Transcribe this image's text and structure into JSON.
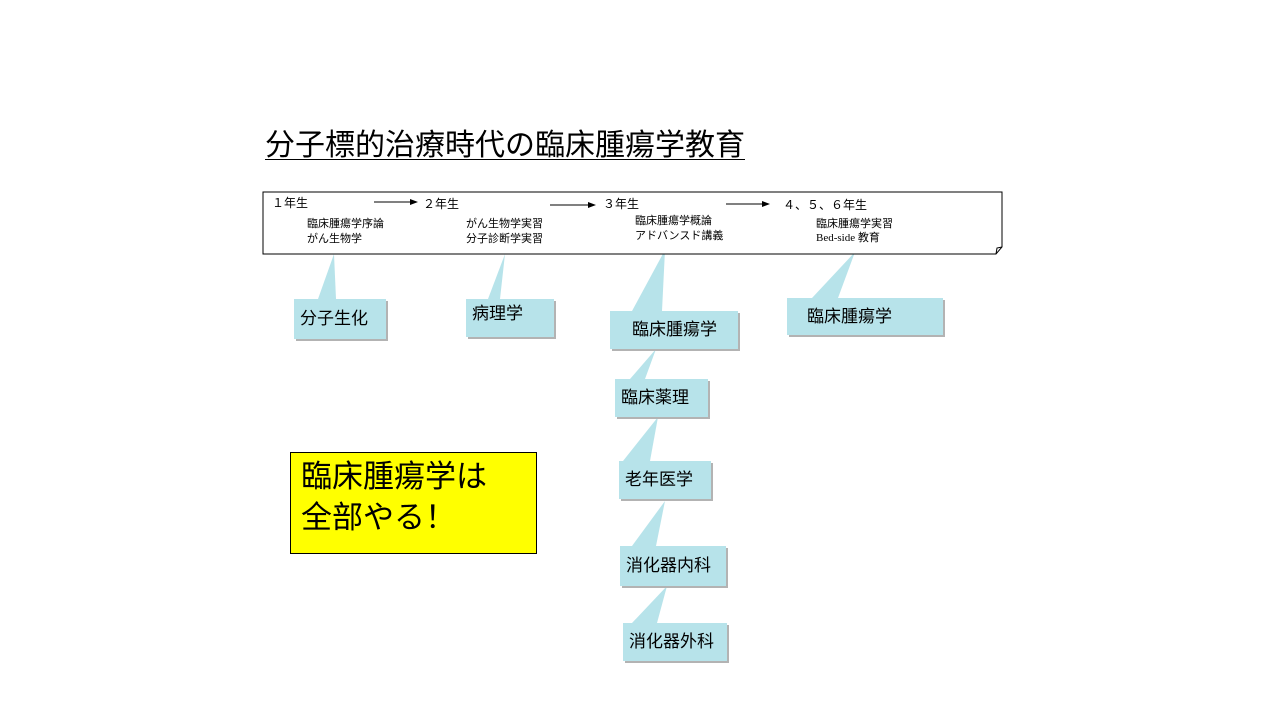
{
  "title": "分子標的治療時代の臨床腫瘍学教育",
  "years": [
    {
      "label": "１年生",
      "items": [
        "臨床腫瘍学序論",
        "がん生物学"
      ]
    },
    {
      "label": "２年生",
      "items": [
        "がん生物学実習",
        "分子診断学実習"
      ]
    },
    {
      "label": "３年生",
      "items": [
        "臨床腫瘍学概論",
        "アドバンスド講義"
      ]
    },
    {
      "label": "４、５、６年生",
      "items": [
        "臨床腫瘍学実習",
        "Bed-side 教育"
      ]
    }
  ],
  "callouts": {
    "y1": "分子生化",
    "y2": "病理学",
    "y3": [
      "臨床腫瘍学",
      "臨床薬理",
      "老年医学",
      "消化器内科",
      "消化器外科"
    ],
    "y4": "臨床腫瘍学"
  },
  "note": {
    "line1": "臨床腫瘍学は",
    "line2": "全部やる！"
  },
  "colors": {
    "callout_fill": "#b7e3ea",
    "note_fill": "#ffff00",
    "shadow": "#b3b3b3"
  }
}
